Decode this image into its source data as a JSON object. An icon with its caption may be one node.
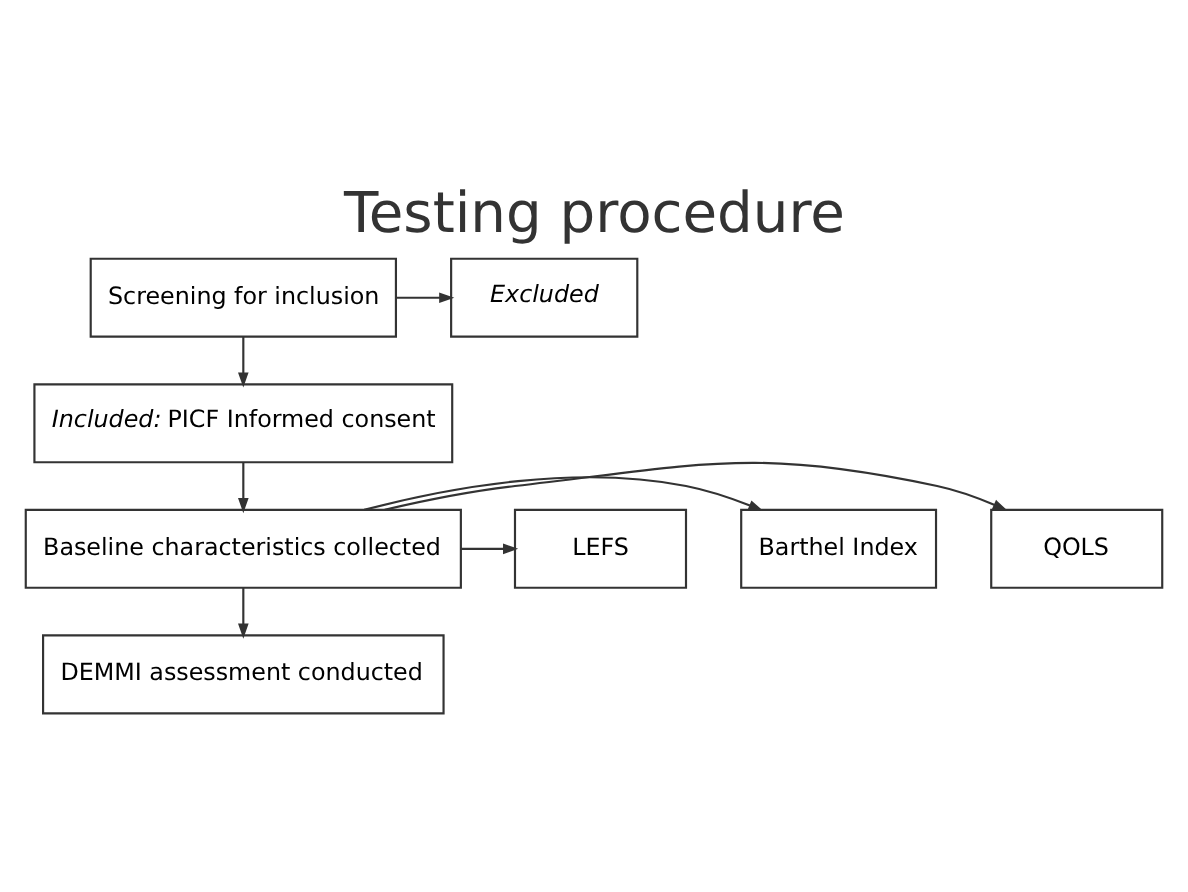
{
  "diagram": {
    "title": "Testing procedure",
    "nodes": [
      {
        "text": [
          "Screening for inclusion"
        ]
      },
      {
        "text": [
          "Excluded"
        ]
      },
      {
        "text": [
          "*Included:* PICF Informed consent"
        ]
      },
      {
        "text": [
          "Baseline characteristics collected"
        ]
      },
      {
        "text": [
          "DEMMI assessment conducted"
        ]
      },
      {
        "text": [
          "QOLS"
        ]
      },
      {
        "text": [
          "Barthel Index"
        ]
      },
      {
        "text": [
          "LEFS"
        ]
      }
    ],
    "edges": [
      {
        "from": 0,
        "to": 1,
        "arrow": "to"
      },
      {
        "from": 0,
        "to": 2,
        "arrow": "to"
      },
      {
        "from": 2,
        "to": 3,
        "arrow": "to"
      },
      {
        "from": 3,
        "to": 4,
        "arrow": "to"
      },
      {
        "from": 3,
        "to": 5,
        "arrow": "to"
      },
      {
        "from": 3,
        "to": 6,
        "arrow": "to"
      },
      {
        "from": 3,
        "to": 7,
        "arrow": "to"
      }
    ]
  }
}
